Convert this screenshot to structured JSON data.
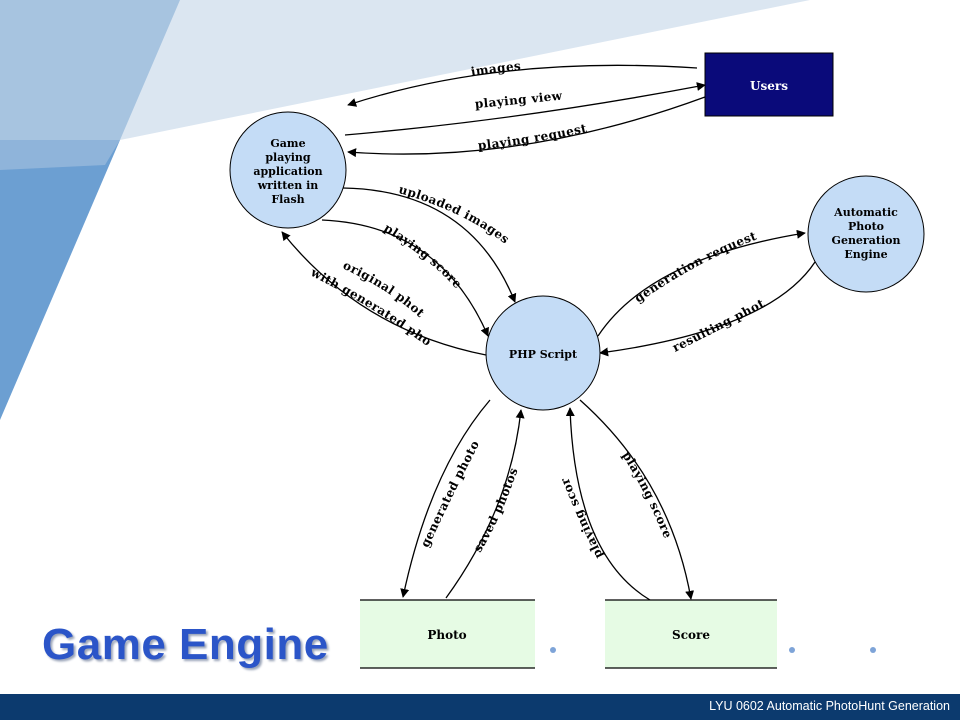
{
  "slide": {
    "title": "Game Engine",
    "footer": "LYU 0602 Automatic PhotoHunt Generation"
  },
  "diagram": {
    "nodes": {
      "users": "Users",
      "game_app": [
        "Game",
        "playing",
        "application",
        "written in",
        "Flash"
      ],
      "auto_engine": [
        "Automatic",
        "Photo",
        "Generation",
        "Engine"
      ],
      "php_script": "PHP Script",
      "photo_store": "Photo",
      "score_store": "Score"
    },
    "edges": {
      "images": "images",
      "playing_view": "playing view",
      "playing_request": "playing request",
      "uploaded_images": "uploaded images",
      "playing_score_upload": "playing score",
      "original_photo": "original photo",
      "with_generated_photo": "with generated photo",
      "generation_request": "generation request",
      "resulting_photo": "resulting photo",
      "generated_photo": "generated photo",
      "saved_photos": "saved photos",
      "playing_score_read": "playing score",
      "playing_score_write": "playing score"
    }
  },
  "colors": {
    "users_fill": "#0a0a7a",
    "process_fill": "#c4dcf6",
    "store_fill": "#e6fbe4",
    "title": "#2b55c8",
    "footer_bar": "#0c3a6e"
  }
}
